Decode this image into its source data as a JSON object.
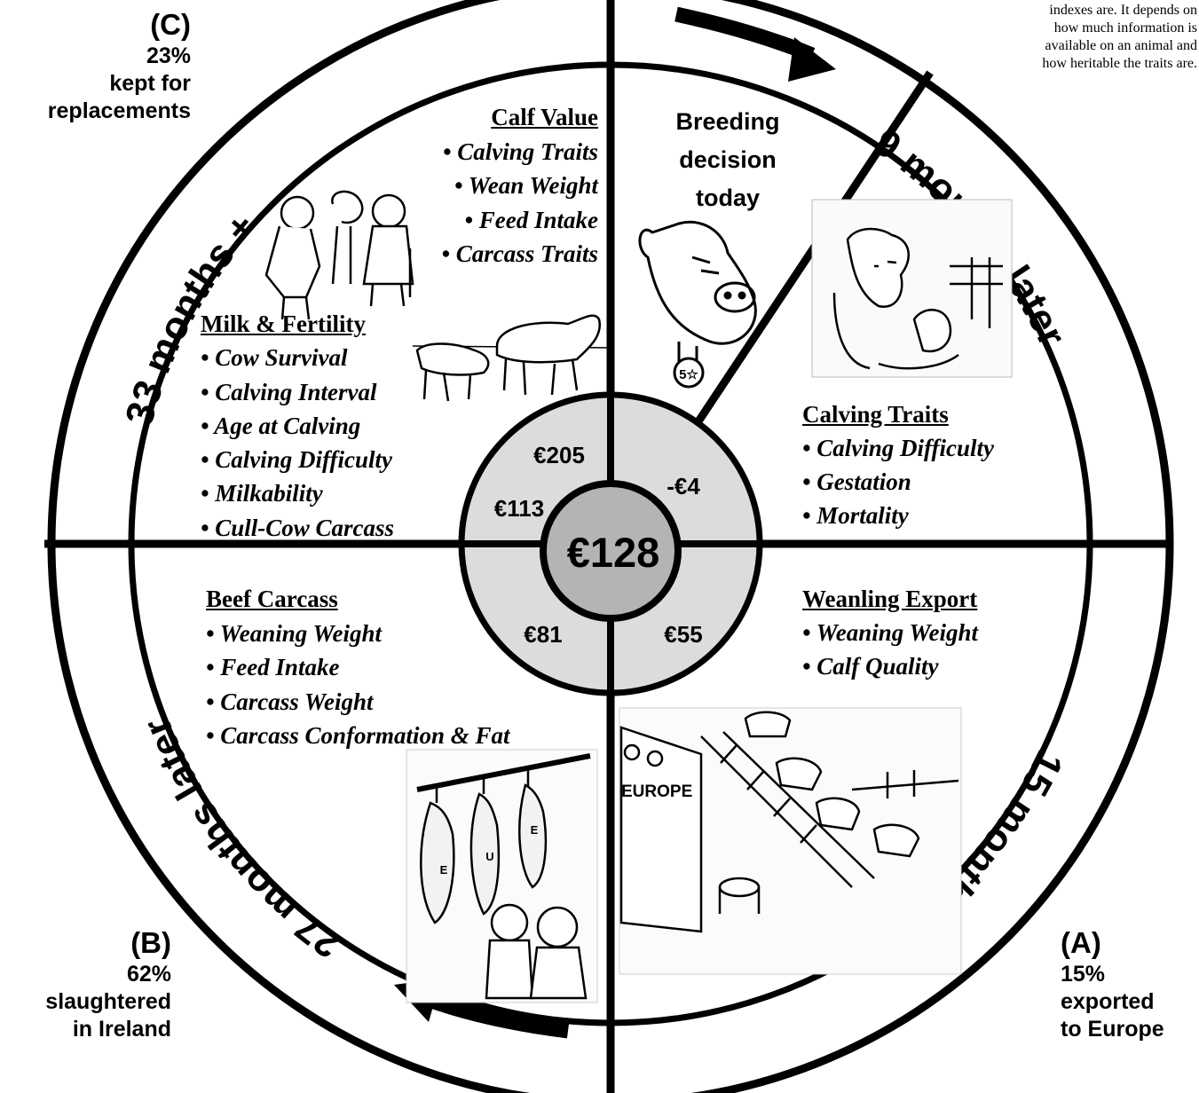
{
  "center_value": "€128",
  "ring_values": {
    "top_left": "€205",
    "left": "€113",
    "top_right": "-€4",
    "bottom_left": "€81",
    "bottom_right": "€55"
  },
  "breeding_decision": [
    "Breeding",
    "decision",
    "today"
  ],
  "top_note": [
    "indexes are. It depends on",
    "how much information is",
    "available on an animal and",
    "how heritable the traits are."
  ],
  "rim_labels": {
    "nine": "9 months later",
    "fifteen": "15 months later",
    "twentyseven": "27 months later",
    "thirtythree": "33 months +"
  },
  "corners": {
    "c": {
      "letter": "(C)",
      "pct": "23%",
      "line1": "kept for",
      "line2": "replacements"
    },
    "b": {
      "letter": "(B)",
      "pct": "62%",
      "line1": "slaughtered",
      "line2": "in Ireland"
    },
    "a": {
      "letter": "(A)",
      "pct": "15%",
      "line1": "exported",
      "line2": "to Europe"
    }
  },
  "sections": {
    "calf_value": {
      "heading": "Calf Value",
      "items": [
        "• Calving Traits",
        "• Wean Weight",
        "• Feed Intake",
        "• Carcass Traits"
      ]
    },
    "milk_fertility": {
      "heading": "Milk & Fertility",
      "items": [
        "• Cow Survival",
        "• Calving Interval",
        "• Age at Calving",
        "• Calving Difficulty",
        "• Milkability",
        "• Cull-Cow Carcass"
      ]
    },
    "calving_traits": {
      "heading": "Calving Traits",
      "items": [
        "• Calving Difficulty",
        "• Gestation",
        "• Mortality"
      ]
    },
    "weanling_export": {
      "heading": "Weanling Export",
      "items": [
        "• Weaning Weight",
        "• Calf Quality"
      ]
    },
    "beef_carcass": {
      "heading": "Beef Carcass",
      "items": [
        "• Weaning Weight",
        "• Feed Intake",
        "• Carcass Weight",
        "• Carcass Conformation & Fat"
      ]
    }
  },
  "ship_label": "EUROPE",
  "medal_label": "5☆",
  "carcass_letters": [
    "E",
    "U",
    "E"
  ]
}
